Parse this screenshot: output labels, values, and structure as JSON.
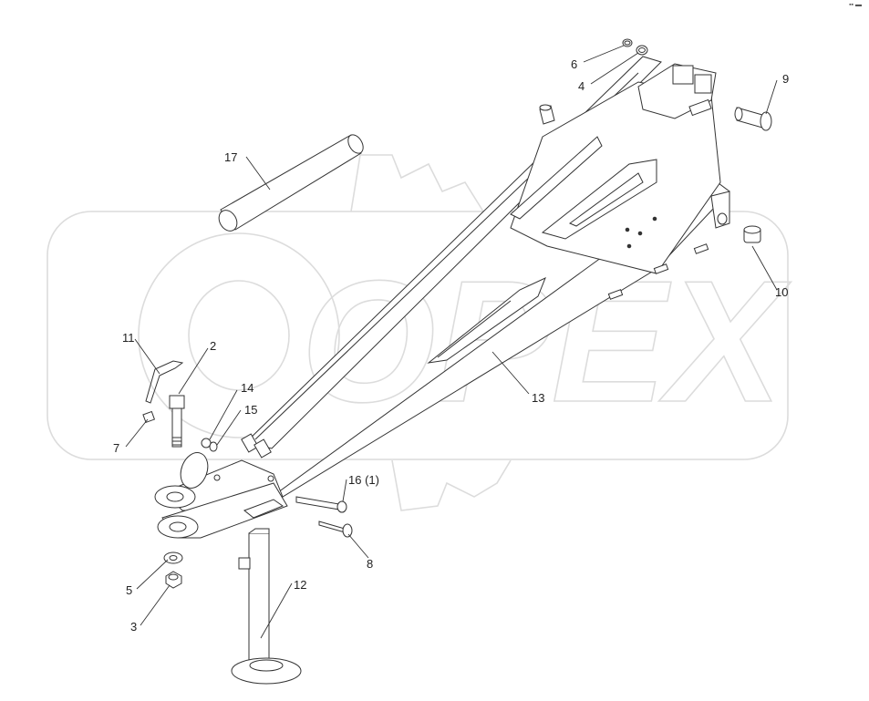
{
  "watermark": {
    "text": "OPEX",
    "color": "#e6e6e6"
  },
  "corner_mark": "▪▪ ▬",
  "callouts": [
    {
      "id": "c6",
      "text": "6"
    },
    {
      "id": "c4",
      "text": "4"
    },
    {
      "id": "c9",
      "text": "9"
    },
    {
      "id": "c17",
      "text": "17"
    },
    {
      "id": "c10",
      "text": "10"
    },
    {
      "id": "c11",
      "text": "11"
    },
    {
      "id": "c2",
      "text": "2"
    },
    {
      "id": "c14",
      "text": "14"
    },
    {
      "id": "c15",
      "text": "15"
    },
    {
      "id": "c7",
      "text": "7"
    },
    {
      "id": "c13",
      "text": "13"
    },
    {
      "id": "c16",
      "text": "16 (1)"
    },
    {
      "id": "c8",
      "text": "8"
    },
    {
      "id": "c5",
      "text": "5"
    },
    {
      "id": "c12",
      "text": "12"
    },
    {
      "id": "c3",
      "text": "3"
    }
  ],
  "colors": {
    "line": "#333333",
    "fill": "#ffffff",
    "watermark": "#e6e6e6"
  }
}
